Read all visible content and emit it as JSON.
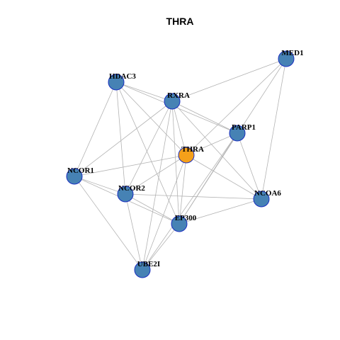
{
  "title": "THRA",
  "colors": {
    "hub_node": "#f5a01a",
    "node": "#4682b4",
    "node_border": "#1a2fc0",
    "edge": "#b3b3b3"
  },
  "nodes": [
    {
      "id": "THRA",
      "label": "THRA",
      "hub": true
    },
    {
      "id": "MED1",
      "label": "MED1"
    },
    {
      "id": "HDAC3",
      "label": "HDAC3"
    },
    {
      "id": "RXRA",
      "label": "RXRA"
    },
    {
      "id": "PARP1",
      "label": "PARP1"
    },
    {
      "id": "NCOR1",
      "label": "NCOR1"
    },
    {
      "id": "NCOR2",
      "label": "NCOR2"
    },
    {
      "id": "NCOA6",
      "label": "NCOA6"
    },
    {
      "id": "EP300",
      "label": "EP300"
    },
    {
      "id": "UBE2I",
      "label": "UBE2I"
    }
  ],
  "edges": [
    [
      "HDAC3",
      "RXRA"
    ],
    [
      "HDAC3",
      "PARP1"
    ],
    [
      "HDAC3",
      "THRA"
    ],
    [
      "HDAC3",
      "NCOR1"
    ],
    [
      "HDAC3",
      "NCOR2"
    ],
    [
      "HDAC3",
      "EP300"
    ],
    [
      "MED1",
      "RXRA"
    ],
    [
      "MED1",
      "THRA"
    ],
    [
      "MED1",
      "NCOA6"
    ],
    [
      "MED1",
      "EP300"
    ],
    [
      "RXRA",
      "PARP1"
    ],
    [
      "RXRA",
      "THRA"
    ],
    [
      "RXRA",
      "NCOR1"
    ],
    [
      "RXRA",
      "NCOR2"
    ],
    [
      "RXRA",
      "EP300"
    ],
    [
      "RXRA",
      "UBE2I"
    ],
    [
      "RXRA",
      "NCOA6"
    ],
    [
      "PARP1",
      "THRA"
    ],
    [
      "PARP1",
      "NCOA6"
    ],
    [
      "PARP1",
      "EP300"
    ],
    [
      "PARP1",
      "UBE2I"
    ],
    [
      "THRA",
      "NCOR1"
    ],
    [
      "THRA",
      "NCOR2"
    ],
    [
      "THRA",
      "EP300"
    ],
    [
      "THRA",
      "UBE2I"
    ],
    [
      "THRA",
      "NCOA6"
    ],
    [
      "NCOR1",
      "NCOR2"
    ],
    [
      "NCOR1",
      "EP300"
    ],
    [
      "NCOR1",
      "UBE2I"
    ],
    [
      "NCOR2",
      "EP300"
    ],
    [
      "NCOR2",
      "NCOA6"
    ],
    [
      "NCOR2",
      "UBE2I"
    ],
    [
      "NCOA6",
      "EP300"
    ],
    [
      "EP300",
      "UBE2I"
    ]
  ]
}
